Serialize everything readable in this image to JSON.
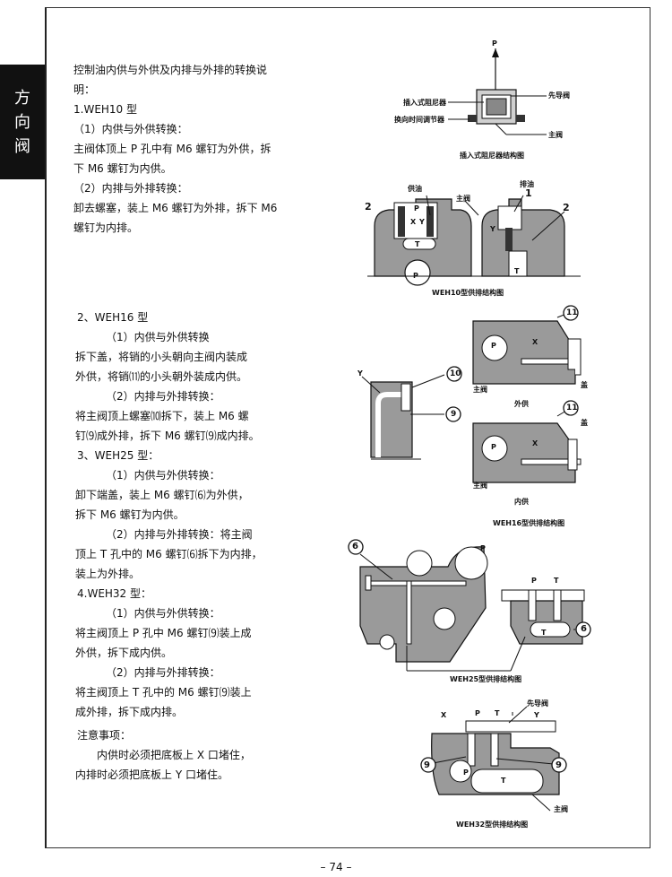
{
  "side_tab": [
    "方",
    "向",
    "阀"
  ],
  "page_number": "– 74 –",
  "left_text": {
    "l1": "控制油内供与外供及内排与外排的转换说",
    "l2": "明：",
    "l3": "1.WEH10 型",
    "l4": "（1）内供与外供转换：",
    "l5": "主阀体顶上 P 孔中有 M6 螺钉为外供，拆",
    "l6": "下 M6 螺钉为内供。",
    "l7": "（2）内排与外排转换：",
    "l8": "卸去螺塞，装上 M6 螺钉为外排，拆下 M6",
    "l9": "螺钉为内排。",
    "m1": "2、WEH16 型",
    "m2": "（1）内供与外供转换",
    "m3": "拆下盖，将销的小头朝向主阀内装成",
    "m4": "外供，将销⑾的小头朝外装成内供。",
    "m5": "（2）内排与外排转换：",
    "m6": "将主阀顶上螺塞⑽拆下，装上 M6 螺",
    "m7": "钉⑼成外排，拆下 M6 螺钉⑼成内排。",
    "m8": "3、WEH25 型：",
    "m9": "（1）内供与外供转换：",
    "m10": "卸下端盖，装上 M6 螺钉⑹为外供，",
    "m11": "拆下 M6 螺钉为内供。",
    "m12": "（2）内排与外排转换：将主阀",
    "m13": "顶上 T 孔中的 M6 螺钉⑹拆下为内排，",
    "m14": "装上为外排。",
    "m15": "4.WEH32 型：",
    "m16": "（1）内供与外供转换：",
    "m17": "将主阀顶上 P 孔中 M6 螺钉⑼装上成",
    "m18": "外供，拆下成内供。",
    "m19": "（2）内排与外排转换：",
    "m20": "将主阀顶上 T 孔中的 M6 螺钉⑼装上",
    "m21": "成外排，拆下成内排。",
    "n1": "注意事项：",
    "n2": "内供时必须把底板上 X 口堵住，",
    "n3": "内排时必须把底板上 Y 口堵住。"
  },
  "fig1": {
    "caption": "插入式阻尼器结构图",
    "p": "P",
    "insert_damper": "插入式阻尼器",
    "time_adjuster": "换向时间调节器",
    "pilot_valve": "先导阀",
    "main_valve": "主阀"
  },
  "fig2": {
    "caption": "WEH10型供排结构图",
    "supply": "供油",
    "main_valve": "主阀",
    "drain": "排油",
    "n1": "1",
    "n2": "2",
    "n2b": "2",
    "p": "P",
    "x": "X",
    "y": "Y",
    "y2": "Y",
    "t": "T",
    "t2": "T",
    "p2": "P"
  },
  "fig3": {
    "caption": "WEH16型供排结构图",
    "external": "外供",
    "internal": "内供",
    "main_valve_a": "主阀",
    "main_valve_b": "主阀",
    "cover_a": "盖",
    "cover_b": "盖",
    "n11a": "11",
    "n11b": "11",
    "n10": "10",
    "n9": "9",
    "y": "Y",
    "p1": "P",
    "x1": "X",
    "p2": "P",
    "x2": "X"
  },
  "fig4": {
    "caption": "WEH25型供排结构图",
    "n6a": "6",
    "n6b": "6",
    "p1": "P",
    "p2": "P",
    "t": "T",
    "t2": "T"
  },
  "fig5": {
    "caption": "WEH32型供排结构图",
    "pilot_valve": "先导阀",
    "main_valve": "主阀",
    "x": "X",
    "p": "P",
    "t": "T",
    "y": "Y",
    "n9a": "9",
    "n9b": "9",
    "p2": "P",
    "t2": "T"
  }
}
